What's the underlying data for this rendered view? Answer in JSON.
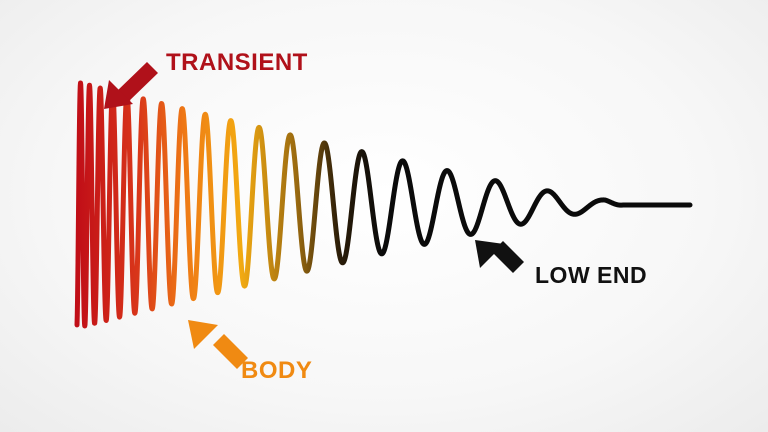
{
  "labels": {
    "transient": "TRANSIENT",
    "body": "BODY",
    "low_end": "LOW END"
  },
  "colors": {
    "transient": "#b0111a",
    "body": "#f08a12",
    "low_end": "#111111",
    "wave_start": "#c00d17",
    "wave_mid": "#f2aa12",
    "wave_end": "#0b0b0b"
  },
  "icons": {
    "transient_arrow": "arrow-down-left-icon",
    "body_arrow": "arrow-up-left-icon",
    "low_end_arrow": "arrow-up-left-icon"
  }
}
